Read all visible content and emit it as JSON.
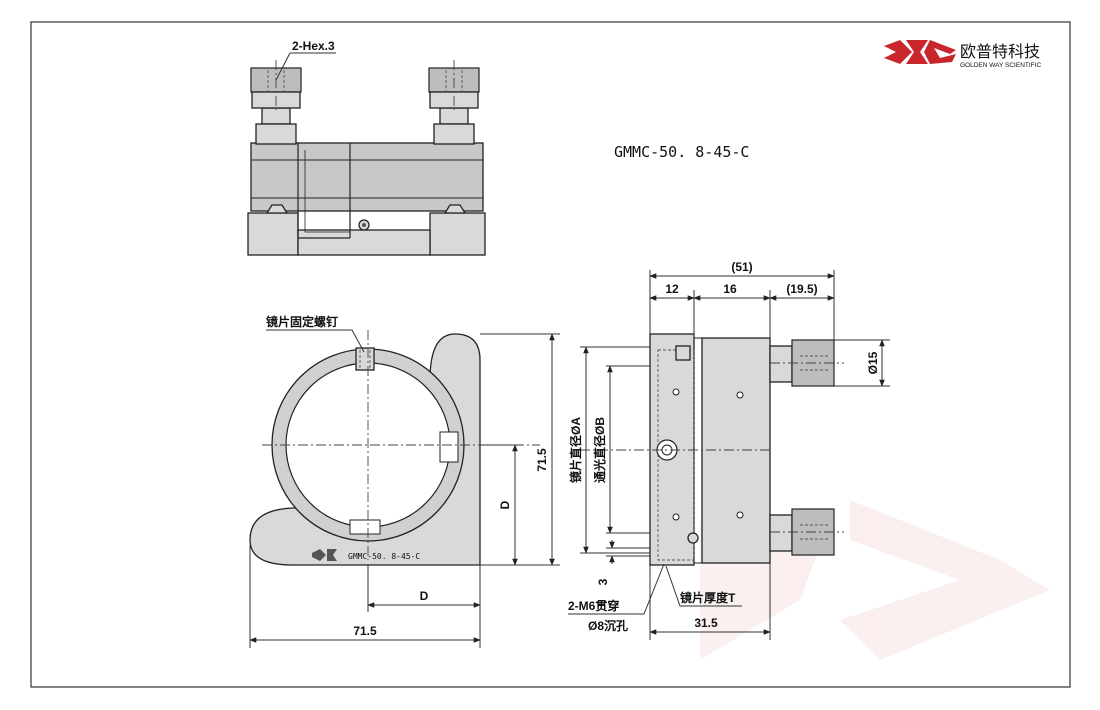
{
  "logo": {
    "cn_name": "欧普特科技",
    "en_name": "GOLDEN WAY SCIENTIFIC",
    "brand_color": "#c9252c"
  },
  "model": "GMMC-50. 8-45-C",
  "engraving": "GMMC-50. 8-45-C",
  "labels": {
    "hex": "2-Hex.3",
    "mirror_screw": "镜片固定螺钉",
    "mirror_diameter": "镜片直径ØA",
    "clear_aperture": "通光直径ØB",
    "mirror_thickness": "镜片厚度T",
    "m6_through": "2-M6贯穿",
    "counterbore": "Ø8沉孔"
  },
  "dims": {
    "overall_side": "(51)",
    "seg_12": "12",
    "seg_16": "16",
    "seg_19_5": "(19.5)",
    "knob_dia": "Ø15",
    "height": "71.5",
    "width": "71.5",
    "d_vertical": "D",
    "d_horizontal": "D",
    "three": "3",
    "depth": "31.5"
  }
}
